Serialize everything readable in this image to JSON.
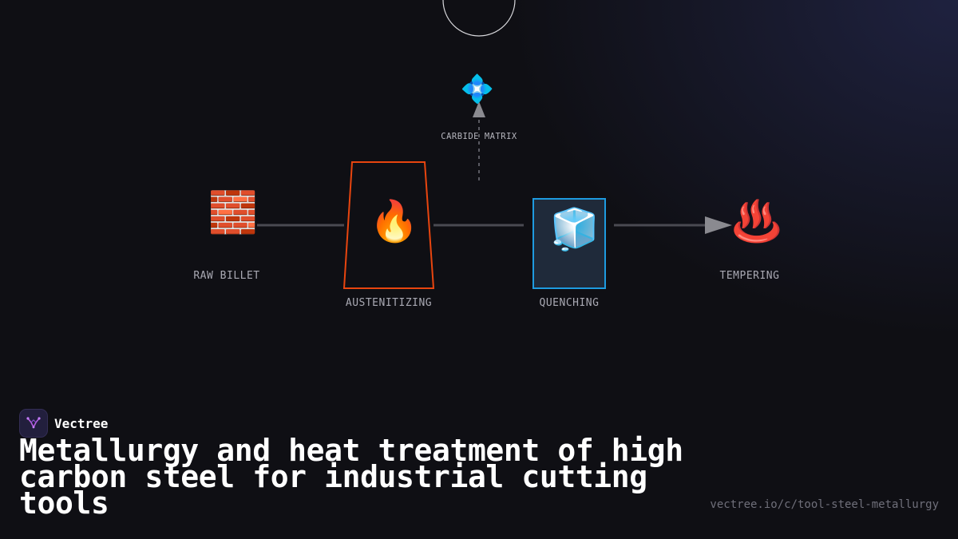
{
  "diagram": {
    "nodes": [
      {
        "id": "raw-billet",
        "label": "RAW BILLET",
        "icon": "brick-icon",
        "glyph": "🧱"
      },
      {
        "id": "austenitizing",
        "label": "AUSTENITIZING",
        "icon": "fire-icon",
        "glyph": "🔥",
        "border_color": "#e8450f"
      },
      {
        "id": "quenching",
        "label": "QUENCHING",
        "icon": "ice-cube-icon",
        "glyph": "🧊",
        "border_color": "#1e9be0"
      },
      {
        "id": "tempering",
        "label": "TEMPERING",
        "icon": "hot-springs-icon",
        "glyph": "♨️"
      },
      {
        "id": "carbide-matrix",
        "label": "CARBIDE MATRIX",
        "icon": "diamond-dot-icon",
        "glyph": "💠"
      }
    ],
    "edges": [
      {
        "from": "raw-billet",
        "to": "austenitizing",
        "style": "solid"
      },
      {
        "from": "austenitizing",
        "to": "quenching",
        "style": "solid"
      },
      {
        "from": "quenching",
        "to": "tempering",
        "style": "solid-arrow"
      },
      {
        "from": "austenitizing-quenching",
        "to": "carbide-matrix",
        "style": "dotted-arrow"
      }
    ]
  },
  "brand": {
    "name": "Vectree",
    "icon": "vectree-logo-icon"
  },
  "title": "Metallurgy and heat treatment of high carbon steel for industrial cutting tools",
  "url": "vectree.io/c/tool-steel-metallurgy",
  "colors": {
    "background": "#0f0f14",
    "edge": "#4a4a52",
    "arrow": "#8a8a90",
    "austenitizing_border": "#e8450f",
    "quenching_border": "#1e9be0",
    "quenching_fill": "#1f2a3a"
  }
}
